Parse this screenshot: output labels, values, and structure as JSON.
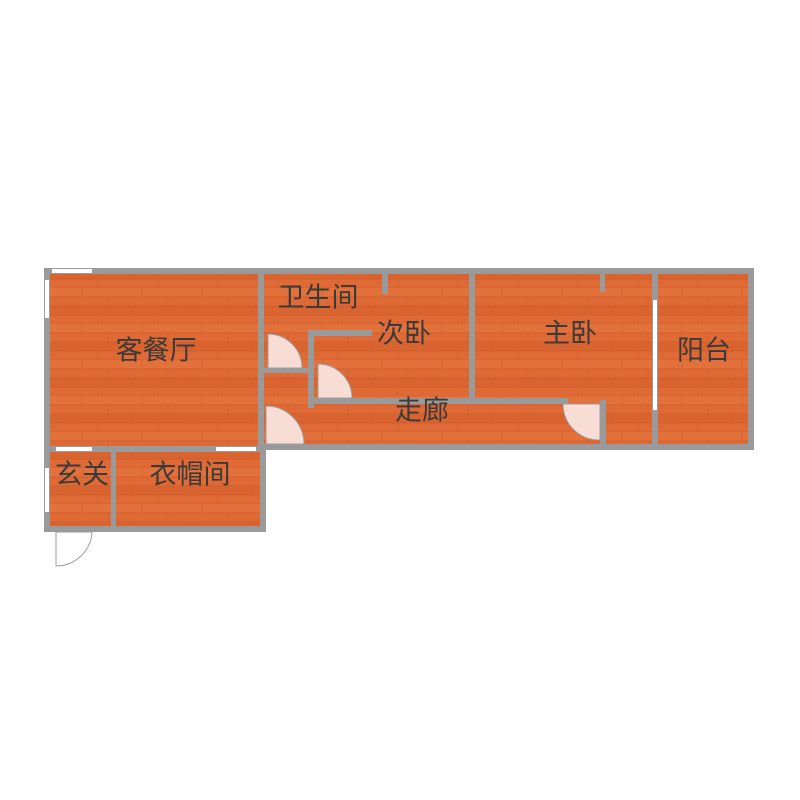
{
  "rooms": {
    "living_dining": "客餐厅",
    "bathroom": "卫生间",
    "second_bedroom": "次卧",
    "master_bedroom": "主卧",
    "balcony": "阳台",
    "corridor": "走廊",
    "entrance": "玄关",
    "cloakroom": "衣帽间"
  },
  "colors": {
    "floor": "#e06a35",
    "floor_alt": "#d3602d",
    "wall": "#9a9a9a",
    "window": "#ffffff",
    "door_leaf": "#f7ddd3",
    "door_outline": "#9c9c9c",
    "label": "#3a3a3a"
  }
}
